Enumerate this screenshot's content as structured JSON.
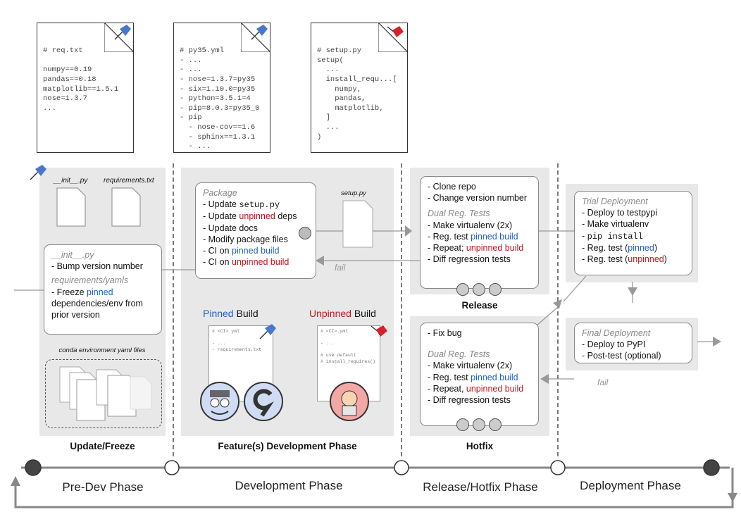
{
  "top_files": {
    "req": {
      "text": "# req.txt\n\nnumpy==0.19\npandas==0.18\nmatplotlib==1.5.1\nnose=1.3.7\n..."
    },
    "py35": {
      "text": "# py35.yml\n- ...\n- ...\n- nose=1.3.7=py35\n- six=1.10.0=py35\n- python=3.5.1=4\n- pip=8.0.3=py35_0\n- pip\n  - nose-cov==1.6\n  - sphinx==1.3.1\n  - ..."
    },
    "setup": {
      "text": "# setup.py\nsetup(\n  ...\n  install_requ...[\n    numpy,\n    pandas,\n    matplotlib,\n  ]\n  ...\n)"
    }
  },
  "prefreeze": {
    "file1": "__init__.py",
    "file2": "requirements.txt",
    "init_title": "__init__.py",
    "init_item": "- Bump version number",
    "req_title": "requirements/yamls",
    "freeze_pre": "- Freeze ",
    "freeze_pinned": "pinned",
    "freeze_rest1": "dependencies/env from",
    "freeze_rest2": "prior version",
    "conda_label": "conda environment yaml files",
    "title": "Update/Freeze"
  },
  "dev": {
    "package_title": "Package",
    "item1_pre": "- Update ",
    "item1_code": "setup.py",
    "item2_pre": "- Update ",
    "item2_red": "unpinned",
    "item2_post": " deps",
    "item3": "- Update docs",
    "item4": "- Modify package files",
    "item5_pre": "- CI on ",
    "item5_blue": "pinned build",
    "item6_pre": "- CI on ",
    "item6_red": "unpinned build",
    "setup_label": "setup.py",
    "fail": "fail",
    "pinned_word": "Pinned",
    "unpinned_word": "Unpinned",
    "build_word": " Build",
    "ci_file_left": "# <CI>.yml\n\n- ...\n- requirements.txt",
    "ci_file_right": "# <CI>.yml\n\n- ...\n\n# use default\n# install_requires()",
    "title": "Feature(s) Development Phase"
  },
  "release": {
    "item1": "- Clone repo",
    "item2": "- Change version number",
    "dual": "Dual Reg. Tests",
    "t1": "- Make virtualenv (2x)",
    "t2_pre": "- Reg. test ",
    "t2_blue": "pinned build",
    "t3_pre": "- Repeat; ",
    "t3_red": "unpinned build",
    "t4": "- Diff regression tests",
    "title": "Release"
  },
  "hotfix": {
    "item1": "- Fix bug",
    "dual": "Dual Reg. Tests",
    "t1": "- Make virtualenv (2x)",
    "t2_pre": "- Reg. test ",
    "t2_blue": "pinned build",
    "t3_pre": "- Repeat, ",
    "t3_red": "unpinned build",
    "t4": "- Diff regression tests",
    "title": "Hotfix"
  },
  "deploy": {
    "trial_title": "Trial Deployment",
    "trial1": "- Deploy to testpypi",
    "trial2": "- Make virtualenv",
    "trial3_pre": "- ",
    "trial3_code": "pip install",
    "trial4_pre": "- Reg. test (",
    "trial4_blue": "pinned",
    "trial4_post": ")",
    "trial5_pre": "- Reg. test (",
    "trial5_red": "unpinned",
    "trial5_post": ")",
    "final_title": "Final Deployment",
    "final1": "- Deploy to PyPI",
    "final2": "- Post-test (optional)",
    "fail": "fail"
  },
  "phases": [
    "Pre-Dev Phase",
    "Development Phase",
    "Release/Hotfix Phase",
    "Deployment Phase"
  ],
  "colors": {
    "pin_blue": "#4a78c9",
    "pin_red": "#d6232b",
    "panel": "#e8e8e8",
    "blue_text": "#1f5fc4",
    "red_text": "#c0161c"
  }
}
